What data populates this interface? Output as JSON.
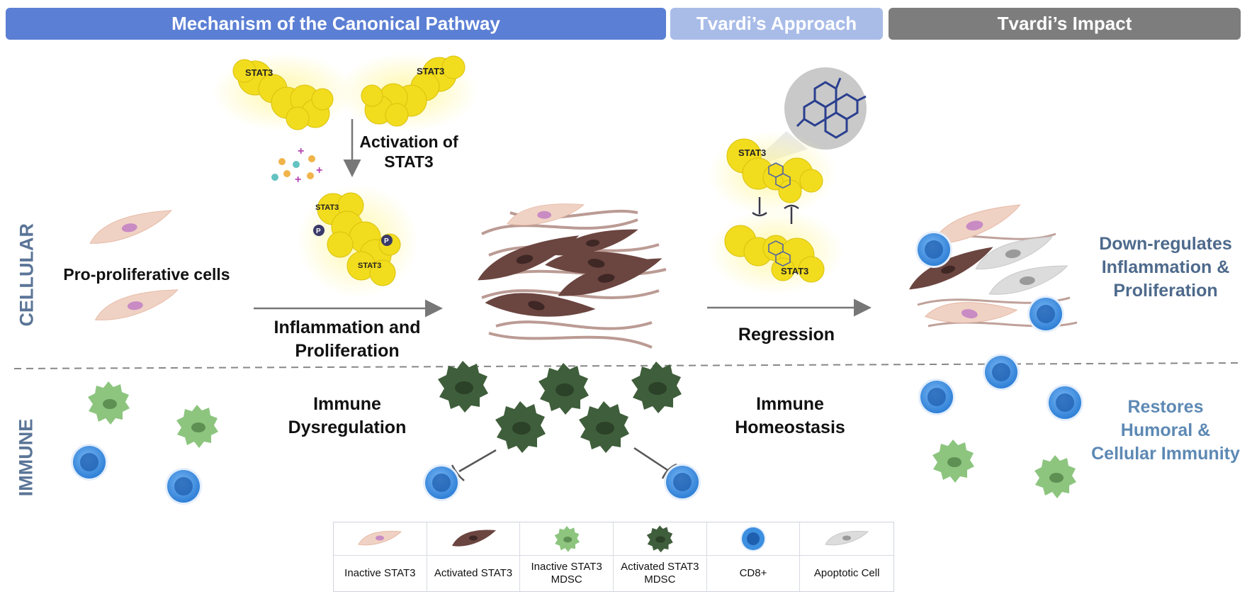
{
  "headers": {
    "mechanism": "Mechanism of the Canonical Pathway",
    "approach": "Tvardi’s Approach",
    "impact": "Tvardi’s Impact"
  },
  "rows": {
    "cellular": "CELLULAR",
    "immune": "IMMUNE"
  },
  "labels": {
    "pro_proliferative": "Pro-proliferative cells",
    "activation_line1": "Activation of",
    "activation_line2": "STAT3",
    "inflammation_line1": "Inflammation and",
    "inflammation_line2": "Proliferation",
    "regression": "Regression",
    "downreg_line1": "Down-regulates",
    "downreg_line2": "Inflammation &",
    "downreg_line3": "Proliferation",
    "dysreg_line1": "Immune",
    "dysreg_line2": "Dysregulation",
    "homeo_line1": "Immune",
    "homeo_line2": "Homeostasis",
    "restores_line1": "Restores",
    "restores_line2": "Humoral &",
    "restores_line3": "Cellular Immunity"
  },
  "molecule_labels": {
    "stat3": "STAT3",
    "p": "P"
  },
  "legend": [
    {
      "label": "Inactive STAT3",
      "icon": "inactive-cell-icon"
    },
    {
      "label": "Activated STAT3",
      "icon": "activated-cell-icon"
    },
    {
      "label": "Inactive STAT3 MDSC",
      "icon": "inactive-mdsc-icon"
    },
    {
      "label": "Activated STAT3 MDSC",
      "icon": "activated-mdsc-icon"
    },
    {
      "label": "CD8+",
      "icon": "cd8-cell-icon"
    },
    {
      "label": "Apoptotic Cell",
      "icon": "apoptotic-cell-icon"
    }
  ],
  "colors": {
    "mechanism_header": "#5b7fd4",
    "approach_header": "#a9bce8",
    "impact_header": "#7d7d7d",
    "stat3_yellow": "#f2dc1e",
    "inactive_cell": "#f0cfc0",
    "activated_cell": "#6b4540",
    "inactive_mdsc": "#8dc57f",
    "activated_mdsc": "#3f5e3b",
    "cd8": "#3d8fe0",
    "apoptotic": "#d6d6d6"
  }
}
